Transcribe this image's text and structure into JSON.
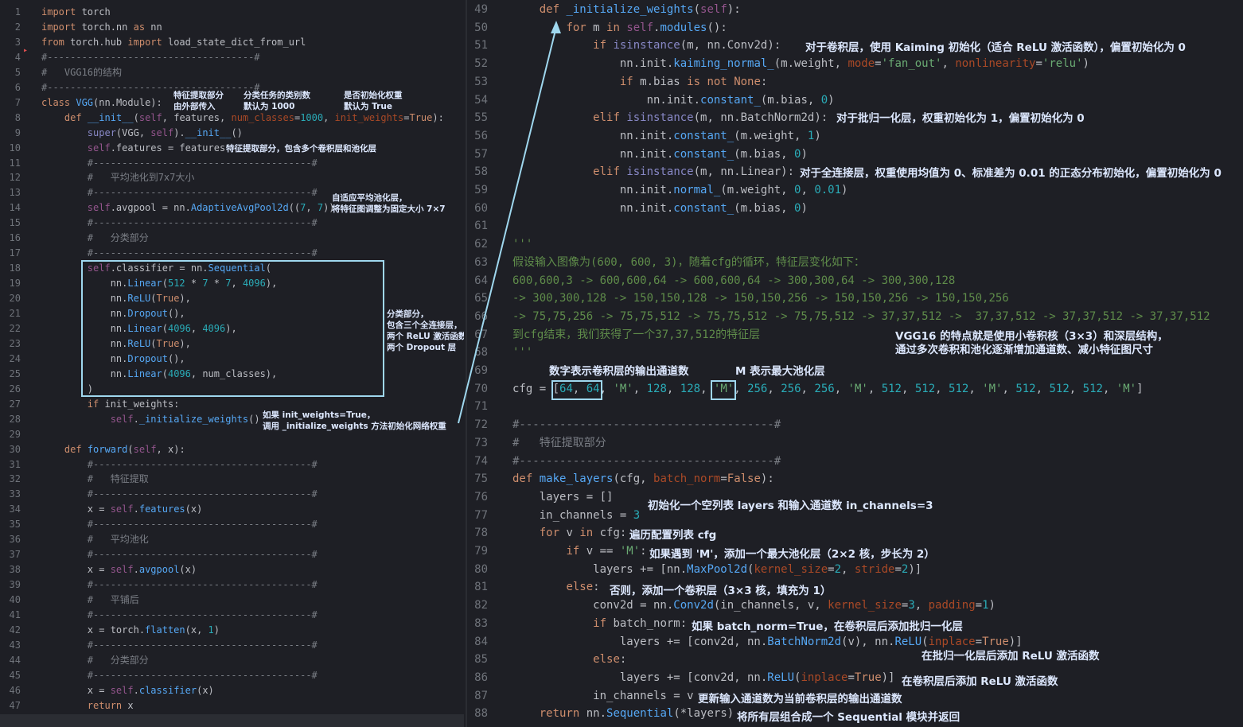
{
  "left_lines": [
    {
      "n": "1",
      "code": "import torch"
    },
    {
      "n": "2",
      "code": "import torch.nn as nn"
    },
    {
      "n": "3",
      "code": "from torch.hub import load_state_dict_from_url"
    },
    {
      "n": "4",
      "code": "#------------------------------------#"
    },
    {
      "n": "5",
      "code": "#   VGG16的结构"
    },
    {
      "n": "6",
      "code": "#------------------------------------#"
    },
    {
      "n": "7",
      "code": "class VGG(nn.Module):"
    },
    {
      "n": "8",
      "code": "    def __init__(self, features, num_classes=1000, init_weights=True):"
    },
    {
      "n": "9",
      "code": "        super(VGG, self).__init__()"
    },
    {
      "n": "10",
      "code": "        self.features = features"
    },
    {
      "n": "11",
      "code": "        #--------------------------------------#"
    },
    {
      "n": "12",
      "code": "        #   平均池化到7x7大小"
    },
    {
      "n": "13",
      "code": "        #--------------------------------------#"
    },
    {
      "n": "14",
      "code": "        self.avgpool = nn.AdaptiveAvgPool2d((7, 7))"
    },
    {
      "n": "15",
      "code": "        #--------------------------------------#"
    },
    {
      "n": "16",
      "code": "        #   分类部分"
    },
    {
      "n": "17",
      "code": "        #--------------------------------------#"
    },
    {
      "n": "18",
      "code": "        self.classifier = nn.Sequential("
    },
    {
      "n": "19",
      "code": "            nn.Linear(512 * 7 * 7, 4096),"
    },
    {
      "n": "20",
      "code": "            nn.ReLU(True),"
    },
    {
      "n": "21",
      "code": "            nn.Dropout(),"
    },
    {
      "n": "22",
      "code": "            nn.Linear(4096, 4096),"
    },
    {
      "n": "23",
      "code": "            nn.ReLU(True),"
    },
    {
      "n": "24",
      "code": "            nn.Dropout(),"
    },
    {
      "n": "25",
      "code": "            nn.Linear(4096, num_classes),"
    },
    {
      "n": "26",
      "code": "        )"
    },
    {
      "n": "27",
      "code": "        if init_weights:"
    },
    {
      "n": "28",
      "code": "            self._initialize_weights()"
    },
    {
      "n": "29",
      "code": ""
    },
    {
      "n": "30",
      "code": "    def forward(self, x):"
    },
    {
      "n": "31",
      "code": "        #--------------------------------------#"
    },
    {
      "n": "32",
      "code": "        #   特征提取"
    },
    {
      "n": "33",
      "code": "        #--------------------------------------#"
    },
    {
      "n": "34",
      "code": "        x = self.features(x)"
    },
    {
      "n": "35",
      "code": "        #--------------------------------------#"
    },
    {
      "n": "36",
      "code": "        #   平均池化"
    },
    {
      "n": "37",
      "code": "        #--------------------------------------#"
    },
    {
      "n": "38",
      "code": "        x = self.avgpool(x)"
    },
    {
      "n": "39",
      "code": "        #--------------------------------------#"
    },
    {
      "n": "40",
      "code": "        #   平铺后"
    },
    {
      "n": "41",
      "code": "        #--------------------------------------#"
    },
    {
      "n": "42",
      "code": "        x = torch.flatten(x, 1)"
    },
    {
      "n": "43",
      "code": "        #--------------------------------------#"
    },
    {
      "n": "44",
      "code": "        #   分类部分"
    },
    {
      "n": "45",
      "code": "        #--------------------------------------#"
    },
    {
      "n": "46",
      "code": "        x = self.classifier(x)"
    },
    {
      "n": "47",
      "code": "        return x"
    }
  ],
  "right_lines": [
    {
      "n": "49",
      "code": "    def _initialize_weights(self):"
    },
    {
      "n": "50",
      "code": "        for m in self.modules():"
    },
    {
      "n": "51",
      "code": "            if isinstance(m, nn.Conv2d):"
    },
    {
      "n": "52",
      "code": "                nn.init.kaiming_normal_(m.weight, mode='fan_out', nonlinearity='relu')"
    },
    {
      "n": "53",
      "code": "                if m.bias is not None:"
    },
    {
      "n": "54",
      "code": "                    nn.init.constant_(m.bias, 0)"
    },
    {
      "n": "55",
      "code": "            elif isinstance(m, nn.BatchNorm2d):"
    },
    {
      "n": "56",
      "code": "                nn.init.constant_(m.weight, 1)"
    },
    {
      "n": "57",
      "code": "                nn.init.constant_(m.bias, 0)"
    },
    {
      "n": "58",
      "code": "            elif isinstance(m, nn.Linear):"
    },
    {
      "n": "59",
      "code": "                nn.init.normal_(m.weight, 0, 0.01)"
    },
    {
      "n": "60",
      "code": "                nn.init.constant_(m.bias, 0)"
    },
    {
      "n": "61",
      "code": ""
    },
    {
      "n": "62",
      "code": "'''"
    },
    {
      "n": "63",
      "code": "假设输入图像为(600, 600, 3)，随着cfg的循环，特征层变化如下："
    },
    {
      "n": "64",
      "code": "600,600,3 -> 600,600,64 -> 600,600,64 -> 300,300,64 -> 300,300,128"
    },
    {
      "n": "65",
      "code": "-> 300,300,128 -> 150,150,128 -> 150,150,256 -> 150,150,256 -> 150,150,256"
    },
    {
      "n": "66",
      "code": "-> 75,75,256 -> 75,75,512 -> 75,75,512 -> 75,75,512 -> 37,37,512 ->  37,37,512 -> 37,37,512 -> 37,37,512"
    },
    {
      "n": "67",
      "code": "到cfg结束，我们获得了一个37,37,512的特征层"
    },
    {
      "n": "68",
      "code": "'''"
    },
    {
      "n": "69",
      "code": ""
    },
    {
      "n": "70",
      "code": "cfg = [64, 64, 'M', 128, 128, 'M', 256, 256, 256, 'M', 512, 512, 512, 'M', 512, 512, 512, 'M']"
    },
    {
      "n": "71",
      "code": ""
    },
    {
      "n": "72",
      "code": "#--------------------------------------#"
    },
    {
      "n": "73",
      "code": "#   特征提取部分"
    },
    {
      "n": "74",
      "code": "#--------------------------------------#"
    },
    {
      "n": "75",
      "code": "def make_layers(cfg, batch_norm=False):"
    },
    {
      "n": "76",
      "code": "    layers = []"
    },
    {
      "n": "77",
      "code": "    in_channels = 3"
    },
    {
      "n": "78",
      "code": "    for v in cfg:"
    },
    {
      "n": "79",
      "code": "        if v == 'M':"
    },
    {
      "n": "80",
      "code": "            layers += [nn.MaxPool2d(kernel_size=2, stride=2)]"
    },
    {
      "n": "81",
      "code": "        else:"
    },
    {
      "n": "82",
      "code": "            conv2d = nn.Conv2d(in_channels, v, kernel_size=3, padding=1)"
    },
    {
      "n": "83",
      "code": "            if batch_norm:"
    },
    {
      "n": "84",
      "code": "                layers += [conv2d, nn.BatchNorm2d(v), nn.ReLU(inplace=True)]"
    },
    {
      "n": "85",
      "code": "            else:"
    },
    {
      "n": "86",
      "code": "                layers += [conv2d, nn.ReLU(inplace=True)]"
    },
    {
      "n": "87",
      "code": "            in_channels = v"
    },
    {
      "n": "88",
      "code": "    return nn.Sequential(*layers)"
    }
  ],
  "left_annotations": {
    "features_param": "特征提取部分\n由外部传入",
    "num_classes_param": "分类任务的类别数\n默认为 1000",
    "init_weights_param": "是否初始化权重\n默认为 True",
    "features_attr": "特征提取部分，包含多个卷积层和池化层",
    "avgpool": "自适应平均池化层，\n将特征图调整为固定大小 7×7",
    "classifier": "分类部分，\n包含三个全连接层，\n两个 ReLU 激活函数，\n两个 Dropout 层",
    "init_call": "如果 init_weights=True，\n调用 _initialize_weights 方法初始化网络权重"
  },
  "right_annotations": {
    "conv_init": "对于卷积层，使用 Kaiming 初始化（适合 ReLU 激活函数），偏置初始化为 0",
    "bn_init": "对于批归一化层，权重初始化为 1，偏置初始化为 0",
    "linear_init": "对于全连接层，权重使用均值为 0、标准差为 0.01 的正态分布初始化，偏置初始化为 0",
    "vgg16_note": "VGG16 的特点就是使用小卷积核（3×3）和深层结构，\n通过多次卷积和池化逐渐增加通道数、减小特征图尺寸",
    "channels_note": "数字表示卷积层的输出通道数",
    "maxpool_note": "M 表示最大池化层",
    "init_layers": "初始化一个空列表 layers 和输入通道数 in_channels=3",
    "loop_cfg": "遍历配置列表 cfg",
    "if_m": "如果遇到 'M'，添加一个最大池化层（2×2 核，步长为 2）",
    "else_conv": "否则，添加一个卷积层（3×3 核，填充为 1）",
    "bn_add": "如果 batch_norm=True，在卷积层后添加批归一化层",
    "relu_after_bn": "在批归一化层后添加 ReLU 激活函数",
    "relu_after_conv": "在卷积层后添加 ReLU 激活函数",
    "update_channels": "更新输入通道数为当前卷积层的输出通道数",
    "return_seq": "将所有层组合成一个 Sequential 模块并返回"
  },
  "colors": {
    "background": "#1e1f25",
    "keyword": "#cf8e6d",
    "function": "#56a8f5",
    "string": "#6aab73",
    "number": "#2aacb8",
    "annotation": "#dde8ff",
    "highlight_box": "#9fd7ee"
  },
  "icons": {
    "gutter_warning": "warning-marker-icon"
  }
}
